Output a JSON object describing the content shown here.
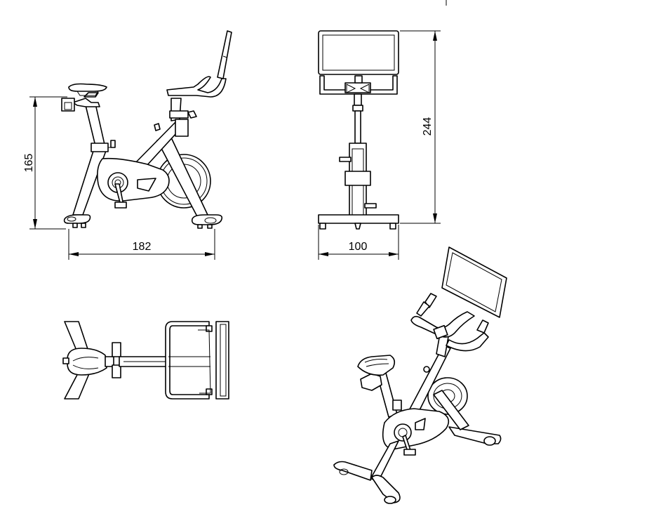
{
  "drawing": {
    "dimensions": {
      "side_height": "165",
      "side_length": "182",
      "front_height": "244",
      "front_width": "100"
    }
  }
}
